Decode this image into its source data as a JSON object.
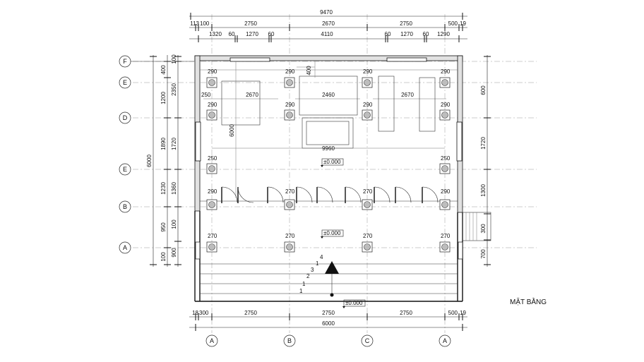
{
  "title": "MẶT BẰNG",
  "top_dims": {
    "overall": "9470",
    "row2": [
      "113",
      "100",
      "2750",
      "2670",
      "2750",
      "500",
      "19"
    ],
    "row3": [
      "1320",
      "60",
      "1270",
      "60",
      "4110",
      "60",
      "1270",
      "60",
      "1290"
    ]
  },
  "bottom_dims": {
    "row1": [
      "18",
      "300",
      "2750",
      "2750",
      "2750",
      "500",
      "19"
    ],
    "overall": "6000"
  },
  "left_dims": {
    "outer": "6000",
    "mid": [
      "400",
      "1200",
      "1890",
      "1230",
      "950",
      "100"
    ],
    "inner": [
      "100",
      "2350",
      "1720",
      "1360",
      "100",
      "900"
    ]
  },
  "right_dims": [
    "600",
    "1720",
    "1300",
    "300",
    "700"
  ],
  "left_axes": [
    "F",
    "E",
    "D",
    "E",
    "B",
    "A"
  ],
  "bottom_axes": [
    "A",
    "B",
    "C",
    "A"
  ],
  "columns": {
    "row1": [
      "290",
      "290",
      "290",
      "290"
    ],
    "row2": [
      "290",
      "290",
      "290",
      "290"
    ],
    "row3": [
      "250",
      "250"
    ],
    "row4": [
      "290",
      "270",
      "270",
      "290"
    ],
    "row5": [
      "270",
      "270",
      "270",
      "270"
    ]
  },
  "room_dims": {
    "left": "2670",
    "middle": "2460",
    "right": "2670",
    "offset_left": "250",
    "small": "400",
    "vertical": "6000",
    "width": "9960"
  },
  "levels": [
    "±0.000",
    "±0.000",
    "±0.000"
  ],
  "steps": [
    "4",
    "1",
    "3",
    "2",
    "1",
    "1"
  ]
}
